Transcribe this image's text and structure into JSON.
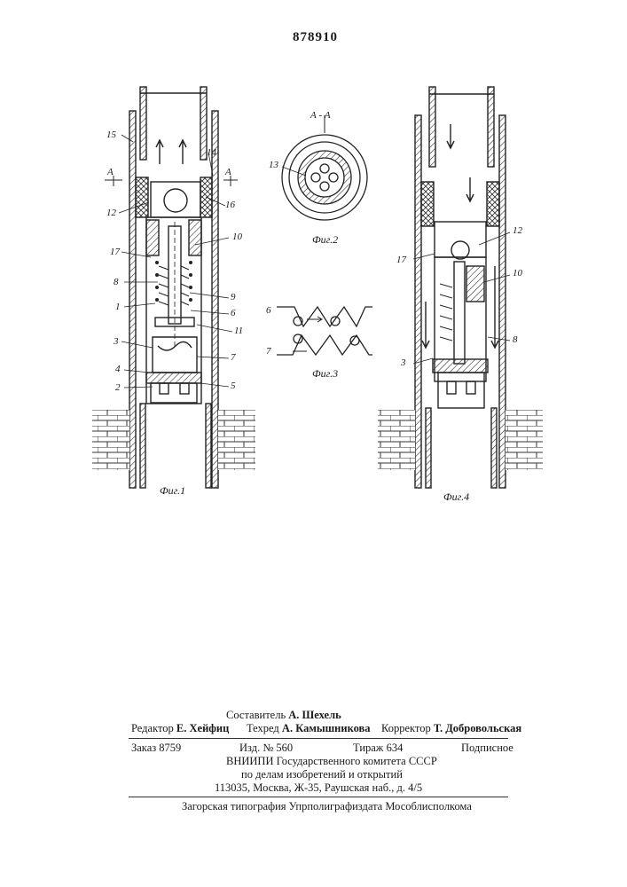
{
  "document": {
    "number": "878910"
  },
  "figures": {
    "fig1": {
      "caption": "Фиг.1",
      "labels": [
        {
          "text": "15"
        },
        {
          "text": "14"
        },
        {
          "text": "А"
        },
        {
          "text": "А"
        },
        {
          "text": "12"
        },
        {
          "text": "16"
        },
        {
          "text": "17"
        },
        {
          "text": "10"
        },
        {
          "text": "8"
        },
        {
          "text": "9"
        },
        {
          "text": "1"
        },
        {
          "text": "6"
        },
        {
          "text": "11"
        },
        {
          "text": "3"
        },
        {
          "text": "7"
        },
        {
          "text": "4"
        },
        {
          "text": "5"
        },
        {
          "text": "2"
        }
      ]
    },
    "fig2": {
      "caption": "Фиг.2",
      "section": "А - А",
      "labels": [
        {
          "text": "13"
        }
      ]
    },
    "fig3": {
      "caption": "Фиг.3",
      "labels": [
        {
          "text": "6"
        },
        {
          "text": "7"
        }
      ]
    },
    "fig4": {
      "caption": "Фиг.4",
      "labels": [
        {
          "text": "12"
        },
        {
          "text": "17"
        },
        {
          "text": "10"
        },
        {
          "text": "8"
        },
        {
          "text": "3"
        }
      ]
    }
  },
  "imprint": {
    "compiler": {
      "role": "Составитель",
      "name": "А. Шехель"
    },
    "editor": {
      "role": "Редактор",
      "name": "Е. Хейфиц"
    },
    "techred": {
      "role": "Техред",
      "name": "А. Камышникова"
    },
    "corrector": {
      "role": "Корректор",
      "name": "Т. Добровольская"
    },
    "order": "Заказ 8759",
    "issue": "Изд. № 560",
    "circulation": "Тираж 634",
    "subscription": "Подписное",
    "org_line1": "ВНИИПИ Государственного комитета СССР",
    "org_line2": "по делам изобретений и открытий",
    "address": "113035, Москва, Ж-35, Раушская наб., д. 4/5",
    "printer": "Загорская типография Упрполиграфиздата Мособлисполкома"
  }
}
